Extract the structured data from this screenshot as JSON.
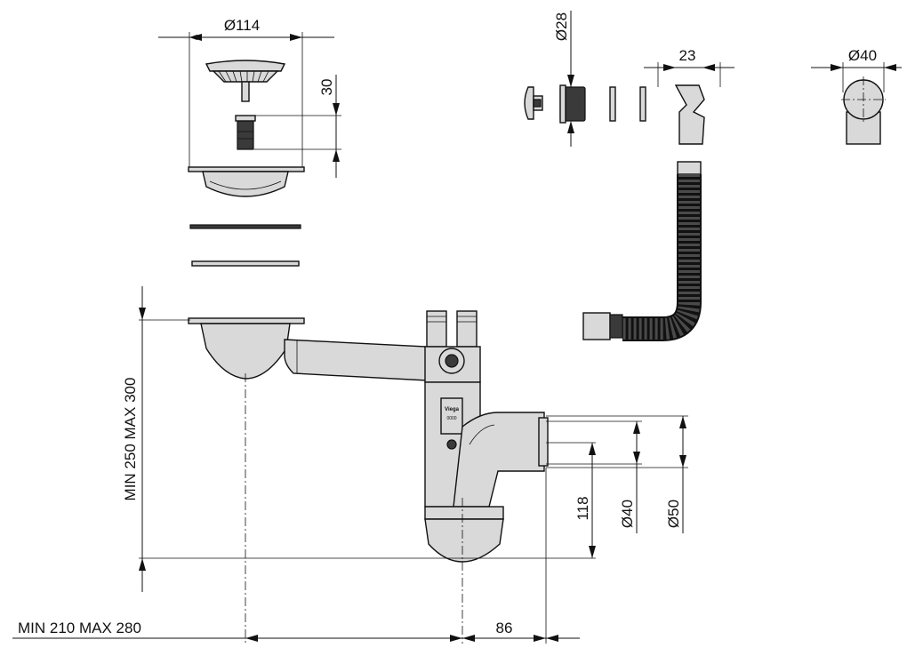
{
  "dimensions": {
    "strainer_diameter": "Ø114",
    "tailpiece_height": "30",
    "cap_diameter": "Ø28",
    "overflow_width": "23",
    "connector_diameter": "Ø40",
    "trap_height_range": "MIN 250 MAX 300",
    "outlet_height": "118",
    "outlet_inner_diameter": "Ø40",
    "outlet_outer_diameter": "Ø50",
    "horizontal_range": "MIN 210 MAX 280",
    "outlet_offset": "86"
  },
  "label_plate": {
    "line1": "Viega",
    "line2": "0000"
  }
}
